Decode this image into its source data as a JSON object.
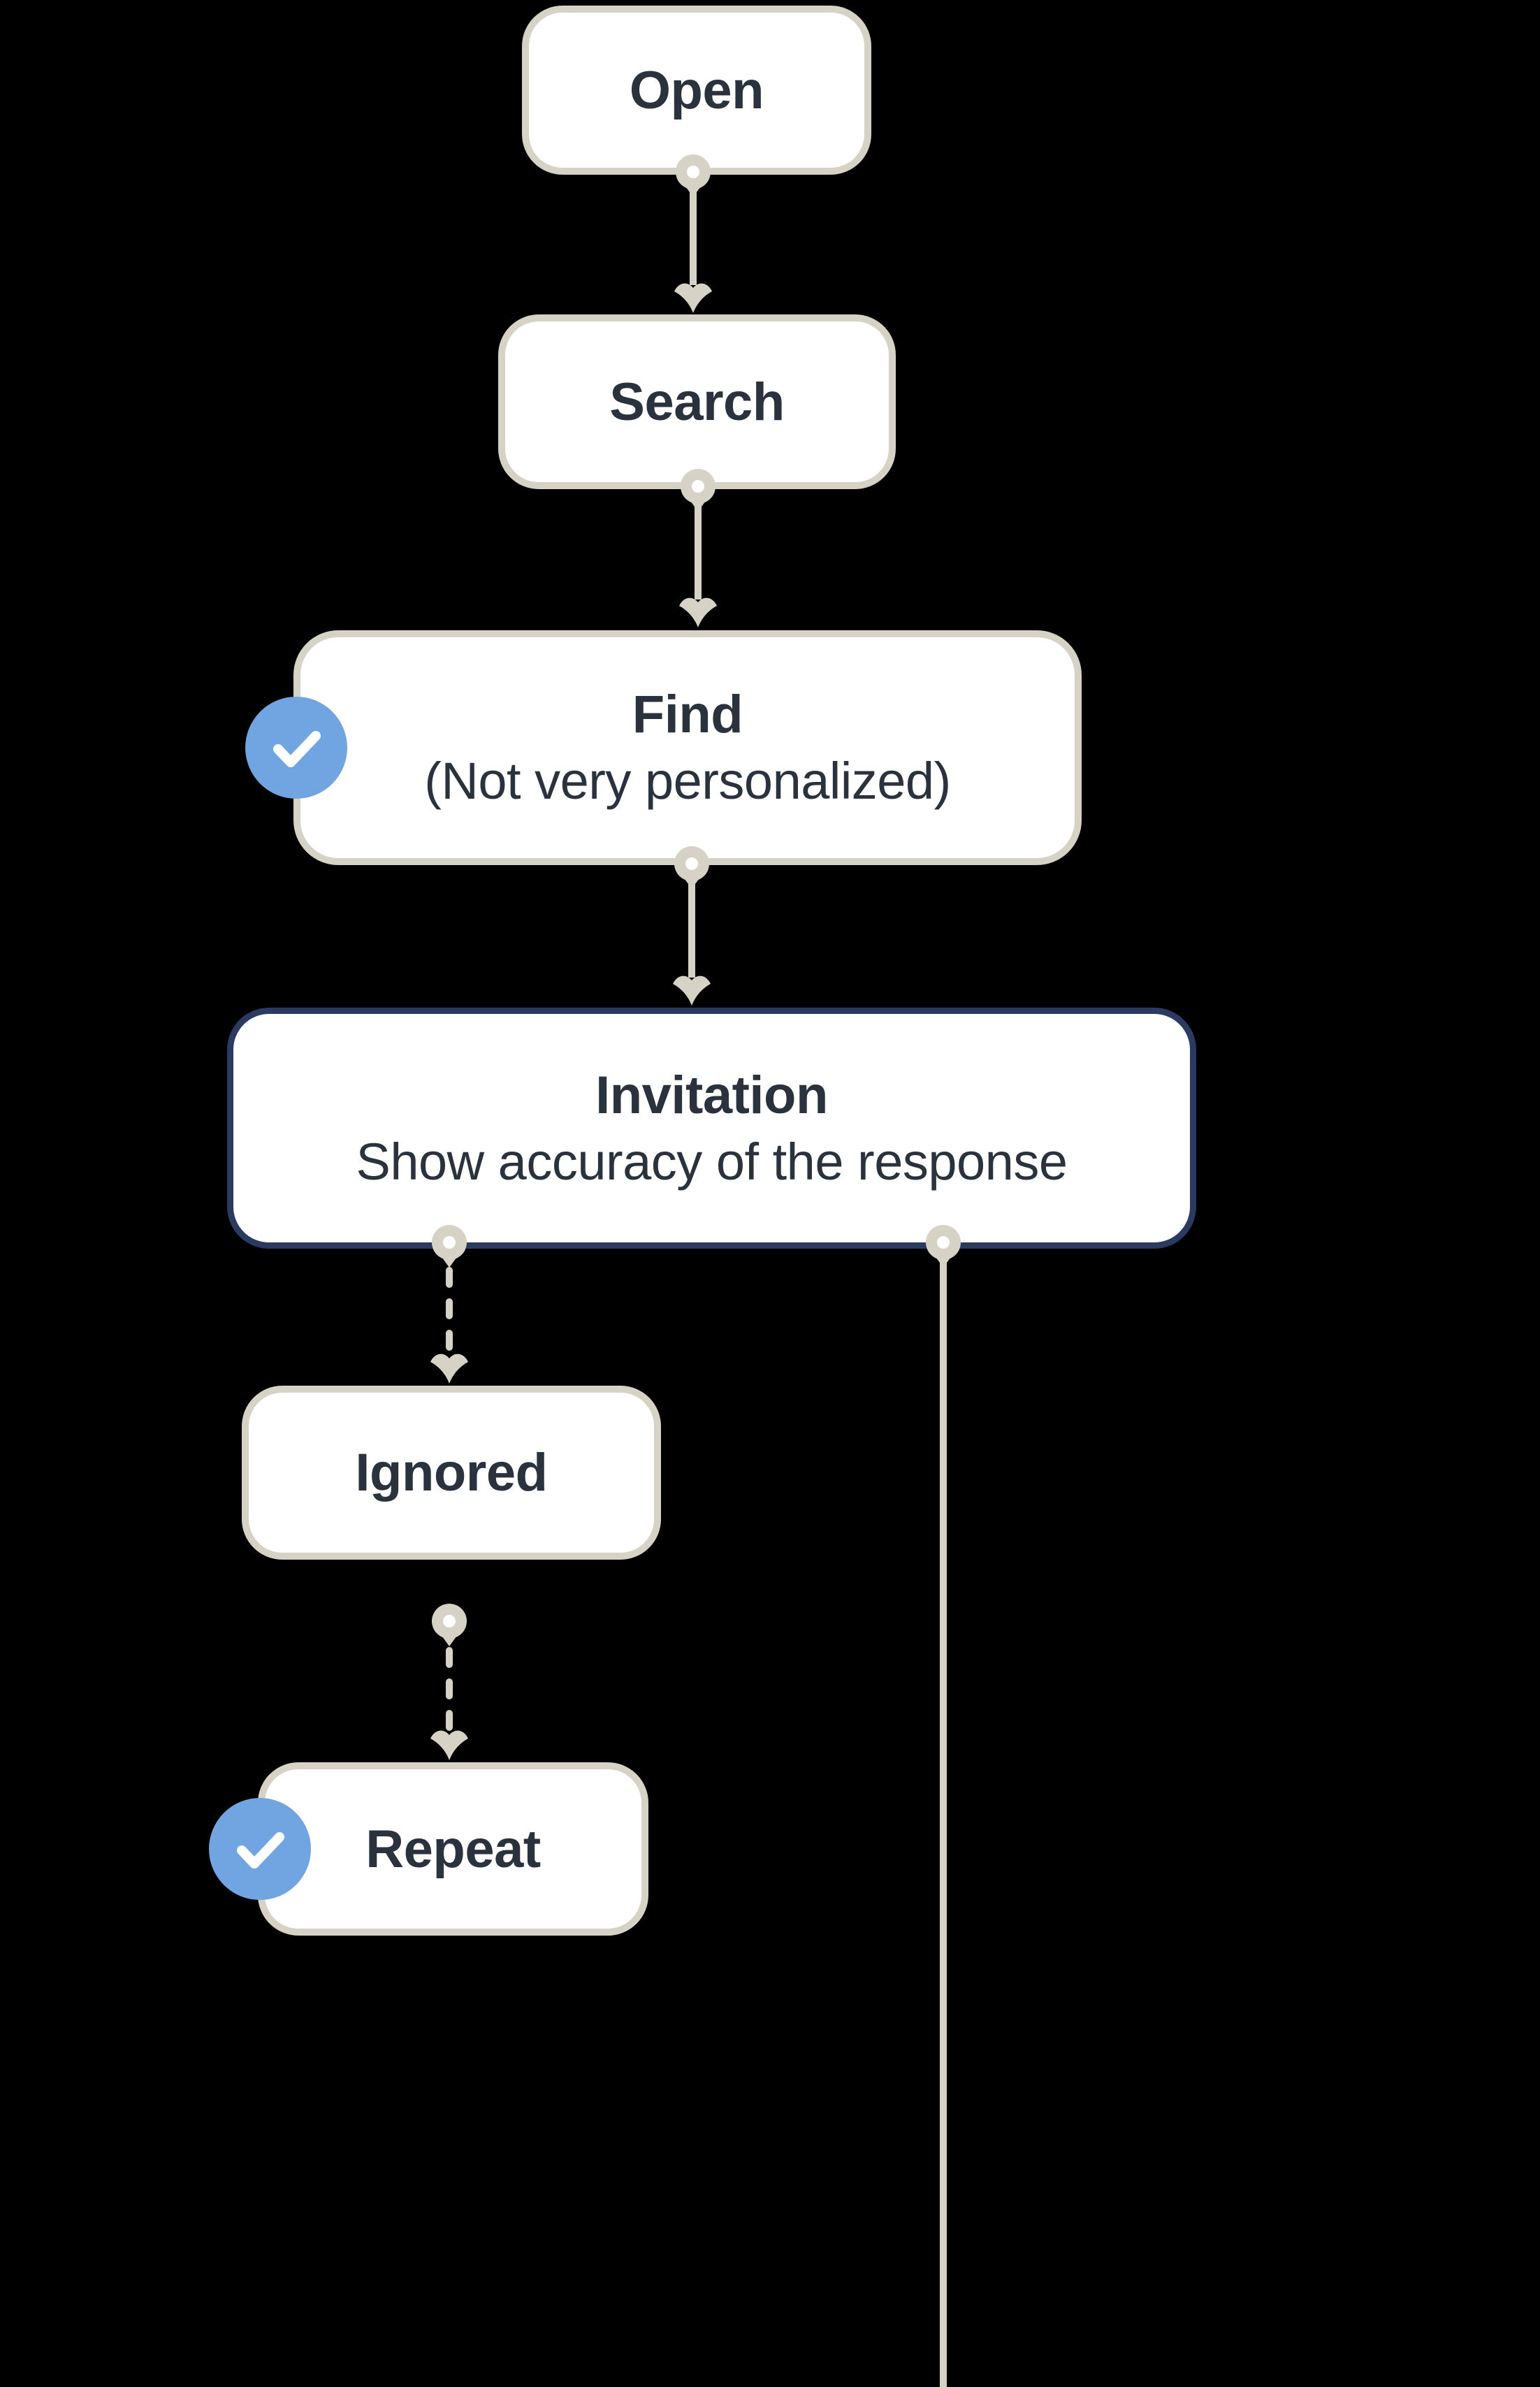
{
  "diagram": {
    "type": "flowchart",
    "direction": "top-down",
    "colors": {
      "background": "#000000",
      "node_fill": "#ffffff",
      "node_border": "#d6d2c5",
      "connector": "#d6d2c5",
      "text": "#29323d",
      "highlight_border": "#2b3a61",
      "badge_fill": "#70a5e2",
      "badge_check": "#ffffff"
    },
    "nodes": [
      {
        "id": "open",
        "label": "Open"
      },
      {
        "id": "search",
        "label": "Search"
      },
      {
        "id": "find",
        "label": "Find",
        "sublabel": "(Not very personalized)",
        "checked": true
      },
      {
        "id": "invitation",
        "label": "Invitation",
        "sublabel": "Show accuracy of the response",
        "highlighted": true
      },
      {
        "id": "ignored",
        "label": "Ignored"
      },
      {
        "id": "repeat",
        "label": "Repeat",
        "checked": true
      }
    ],
    "edges": [
      {
        "from": "open",
        "to": "search",
        "style": "solid",
        "arrow": true
      },
      {
        "from": "search",
        "to": "find",
        "style": "solid",
        "arrow": true
      },
      {
        "from": "find",
        "to": "invitation",
        "style": "solid",
        "arrow": true
      },
      {
        "from": "invitation",
        "to": "ignored",
        "style": "dashed",
        "arrow": true
      },
      {
        "from": "ignored",
        "to": "repeat",
        "style": "dashed",
        "arrow": true
      },
      {
        "from": "invitation",
        "to": "offscreen-bottom",
        "style": "solid",
        "arrow": false
      }
    ]
  }
}
